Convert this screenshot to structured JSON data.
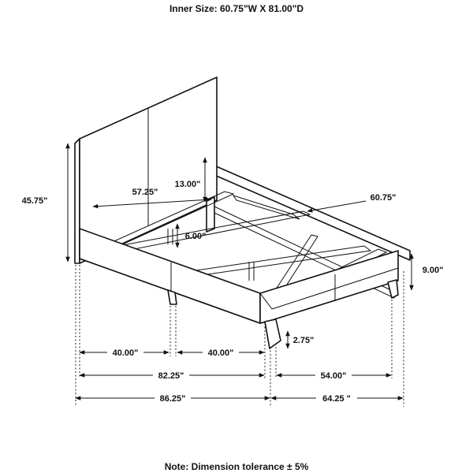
{
  "header": {
    "inner_size": "Inner Size: 60.75\"W X 81.00\"D"
  },
  "footer": {
    "note": "Note: Dimension tolerance ± 5%"
  },
  "dimensions": {
    "overall_height": "45.75\"",
    "headboard_width": "57.25\"",
    "headboard_panel_height": "13.00\"",
    "inner_width": "60.75\"",
    "slat_clearance": "6.00\"",
    "side_rail_height": "9.00\"",
    "leg_height": "2.75\"",
    "leg_span_left": "40.00\"",
    "leg_span_right": "40.00\"",
    "side_length_inner": "82.25\"",
    "side_length_overall": "86.25\"",
    "foot_width_inner": "54.00\"",
    "foot_width_overall": "64.25 \""
  }
}
